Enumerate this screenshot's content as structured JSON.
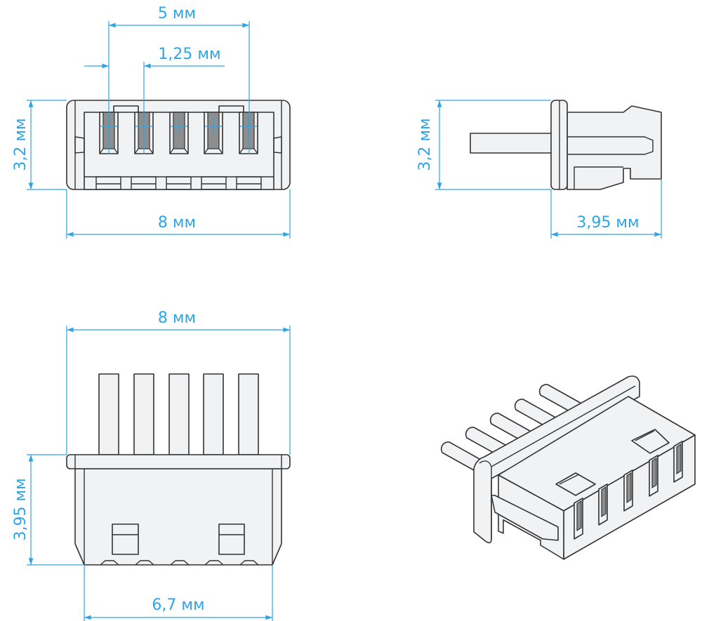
{
  "front_view": {
    "width_label": "8 мм",
    "span_label": "5 мм",
    "pitch_label": "1,25 мм",
    "height_label": "3,2 мм"
  },
  "side_view": {
    "height_label": "3,2 мм",
    "depth_label": "3,95 мм"
  },
  "top_view": {
    "width_label": "8 мм",
    "depth_label": "3,95 мм",
    "inner_width_label": "6,7 мм"
  },
  "colors": {
    "dimension": "#2fa4e7",
    "body": "#f1f2f4",
    "outline": "#333333",
    "contact": "#8e8e8e"
  }
}
